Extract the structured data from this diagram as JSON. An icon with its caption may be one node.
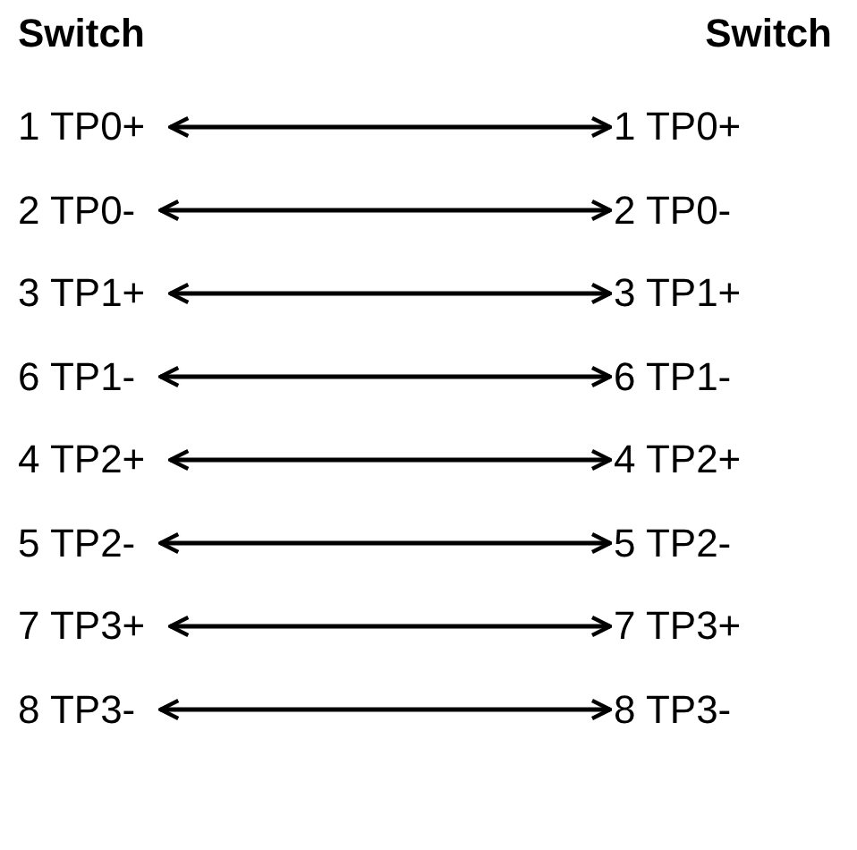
{
  "diagram": {
    "nodes": [
      {
        "text": [
          "1 TP0+"
        ]
      },
      {
        "text": [
          "1 TP0+"
        ]
      },
      {
        "text": [
          "2 TP0-"
        ]
      },
      {
        "text": [
          "2 TP0-"
        ]
      },
      {
        "text": [
          "3 TP1+"
        ]
      },
      {
        "text": [
          "3 TP1+"
        ]
      },
      {
        "text": [
          "6 TP1-"
        ]
      },
      {
        "text": [
          "6 TP1-"
        ]
      },
      {
        "text": [
          "4 TP2+"
        ]
      },
      {
        "text": [
          "4 TP2+"
        ]
      },
      {
        "text": [
          "5 TP2-"
        ]
      },
      {
        "text": [
          "5 TP2-"
        ]
      },
      {
        "text": [
          "7 TP3+"
        ]
      },
      {
        "text": [
          "7 TP3+"
        ]
      },
      {
        "text": [
          "8 TP3-"
        ]
      },
      {
        "text": [
          "8 TP3-"
        ]
      }
    ],
    "edges": [
      {
        "from": 0,
        "to": 1,
        "arrow": "both"
      },
      {
        "from": 2,
        "to": 3,
        "arrow": "both"
      },
      {
        "from": 4,
        "to": 5,
        "arrow": "both"
      },
      {
        "from": 6,
        "to": 7,
        "arrow": "both"
      },
      {
        "from": 8,
        "to": 9,
        "arrow": "both"
      },
      {
        "from": 10,
        "to": 11,
        "arrow": "both"
      },
      {
        "from": 12,
        "to": 13,
        "arrow": "both"
      },
      {
        "from": 14,
        "to": 15,
        "arrow": "both"
      }
    ],
    "labels": [
      "Switch",
      "Switch"
    ]
  }
}
